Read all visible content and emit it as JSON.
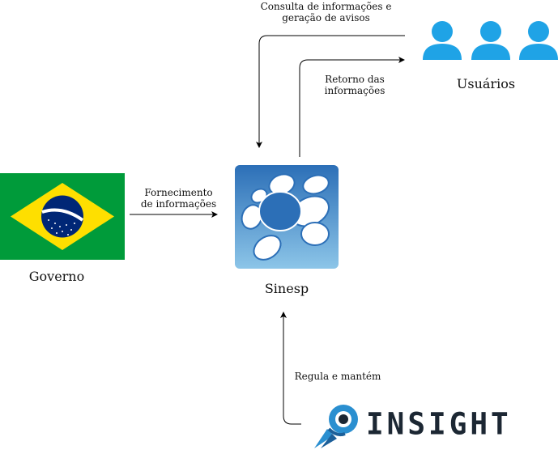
{
  "nodes": {
    "governo": {
      "label": "Governo"
    },
    "sinesp": {
      "label": "Sinesp"
    },
    "usuarios": {
      "label": "Usuários"
    },
    "insight": {
      "label": "INSIGHT"
    }
  },
  "edges": {
    "consulta": {
      "line1": "Consulta de informações e",
      "line2": "geração de avisos"
    },
    "retorno": {
      "line1": "Retorno das",
      "line2": "informações"
    },
    "fornecimento": {
      "line1": "Fornecimento",
      "line2": "de informações"
    },
    "regula": {
      "line1": "Regula e mantém"
    }
  },
  "colors": {
    "user_icon": "#1fa3e6",
    "flag_green": "#009b3a",
    "flag_yellow": "#fedf00",
    "flag_blue": "#002776",
    "sinesp_top": "#2c6fb7",
    "sinesp_bottom": "#8cc5e8",
    "insight_blue": "#2a8fd0",
    "insight_text": "#1c2733"
  }
}
